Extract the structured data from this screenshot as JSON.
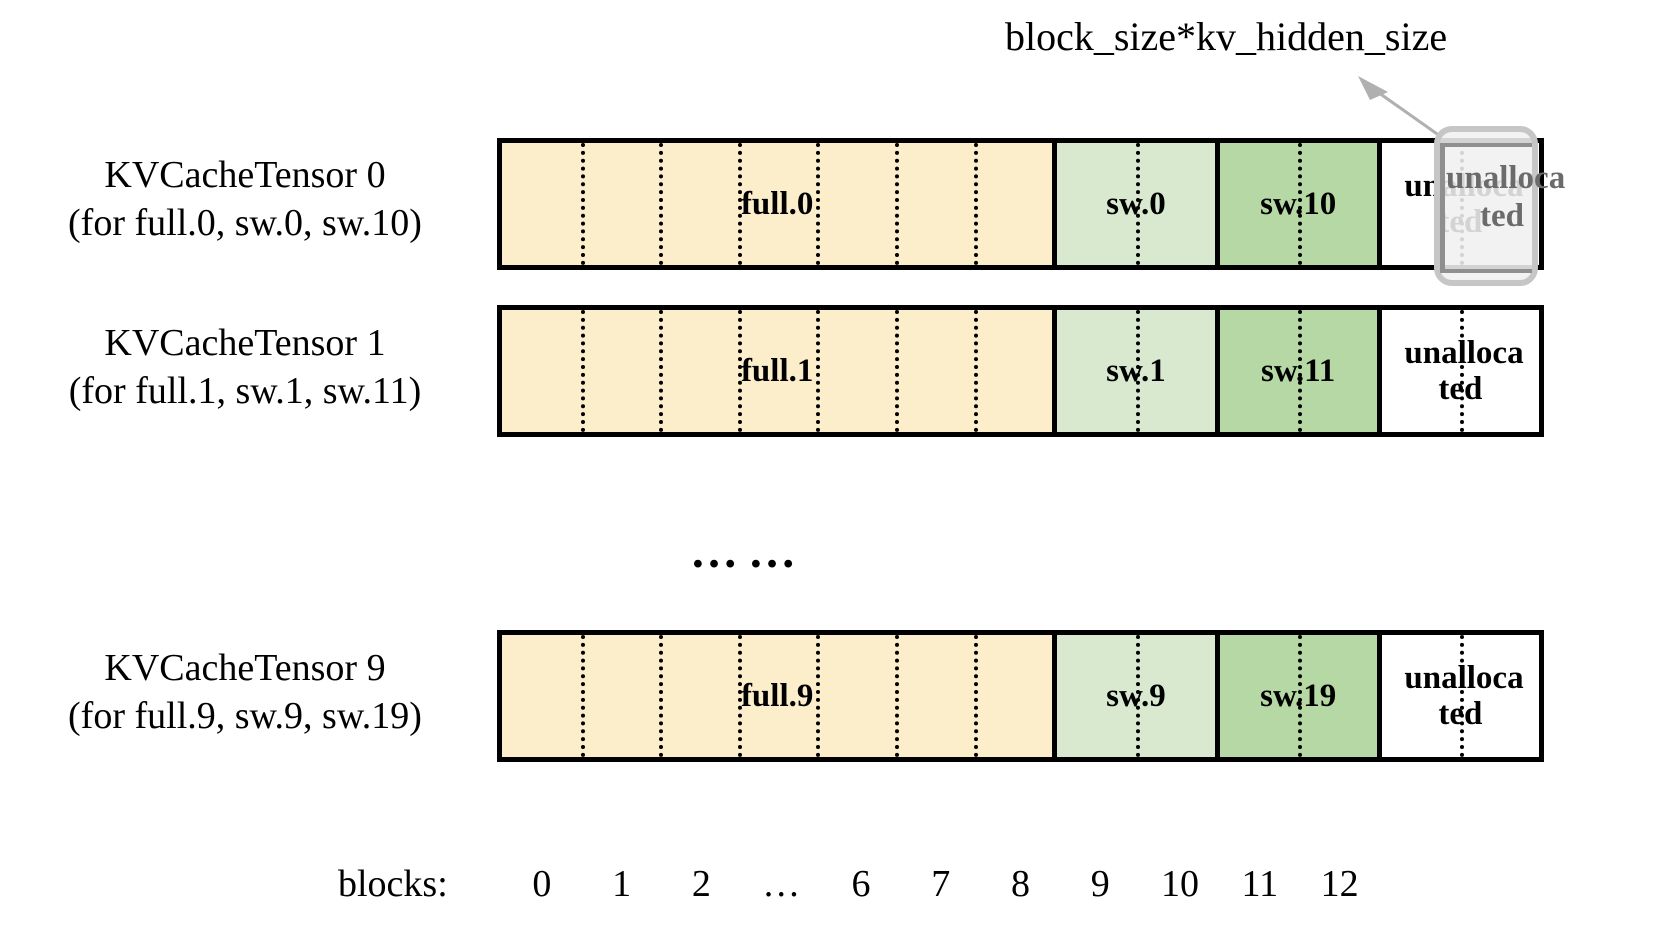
{
  "diagram": {
    "title_annotation": "block_size*kv_hidden_size",
    "arrow_icon": "arrow-up-right-icon",
    "ellipsis": "……",
    "axis": {
      "caption": "blocks:",
      "ticks": [
        "0",
        "1",
        "2",
        "…",
        "6",
        "7",
        "8",
        "9",
        "10",
        "11",
        "12"
      ]
    },
    "colors": {
      "full": "#FCEECB",
      "sw_light": "#D8E9D0",
      "sw_dark": "#B5D8A5",
      "unallocated": "#FFFFFF",
      "border": "#000000",
      "highlight_border": "#C6C6C6",
      "highlight_fill": "#F0F0F0",
      "highlight_inner_border": "#8F8F8F",
      "annotation": "#000000"
    },
    "rows": [
      {
        "label_line1": "KVCacheTensor 0",
        "label_line2": "(for full.0, sw.0, sw.10)",
        "cells": [
          {
            "text": "full.0",
            "kind": "full",
            "blocks": 7
          },
          {
            "text": "sw.0",
            "kind": "sw_light",
            "blocks": 2
          },
          {
            "text": "sw.10",
            "kind": "sw_dark",
            "blocks": 2
          },
          {
            "text": "unallocated",
            "kind": "unallocated",
            "blocks": 2
          }
        ],
        "highlighted_block": 11
      },
      {
        "label_line1": "KVCacheTensor 1",
        "label_line2": "(for full.1, sw.1, sw.11)",
        "cells": [
          {
            "text": "full.1",
            "kind": "full",
            "blocks": 7
          },
          {
            "text": "sw.1",
            "kind": "sw_light",
            "blocks": 2
          },
          {
            "text": "sw.11",
            "kind": "sw_dark",
            "blocks": 2
          },
          {
            "text": "unallocated",
            "kind": "unallocated",
            "blocks": 2
          }
        ],
        "highlighted_block": null
      },
      {
        "label_line1": "KVCacheTensor 9",
        "label_line2": "(for full.9, sw.9, sw.19)",
        "cells": [
          {
            "text": "full.9",
            "kind": "full",
            "blocks": 7
          },
          {
            "text": "sw.9",
            "kind": "sw_light",
            "blocks": 2
          },
          {
            "text": "sw.19",
            "kind": "sw_dark",
            "blocks": 2
          },
          {
            "text": "unallocated",
            "kind": "unallocated",
            "blocks": 2
          }
        ],
        "highlighted_block": null
      }
    ]
  }
}
